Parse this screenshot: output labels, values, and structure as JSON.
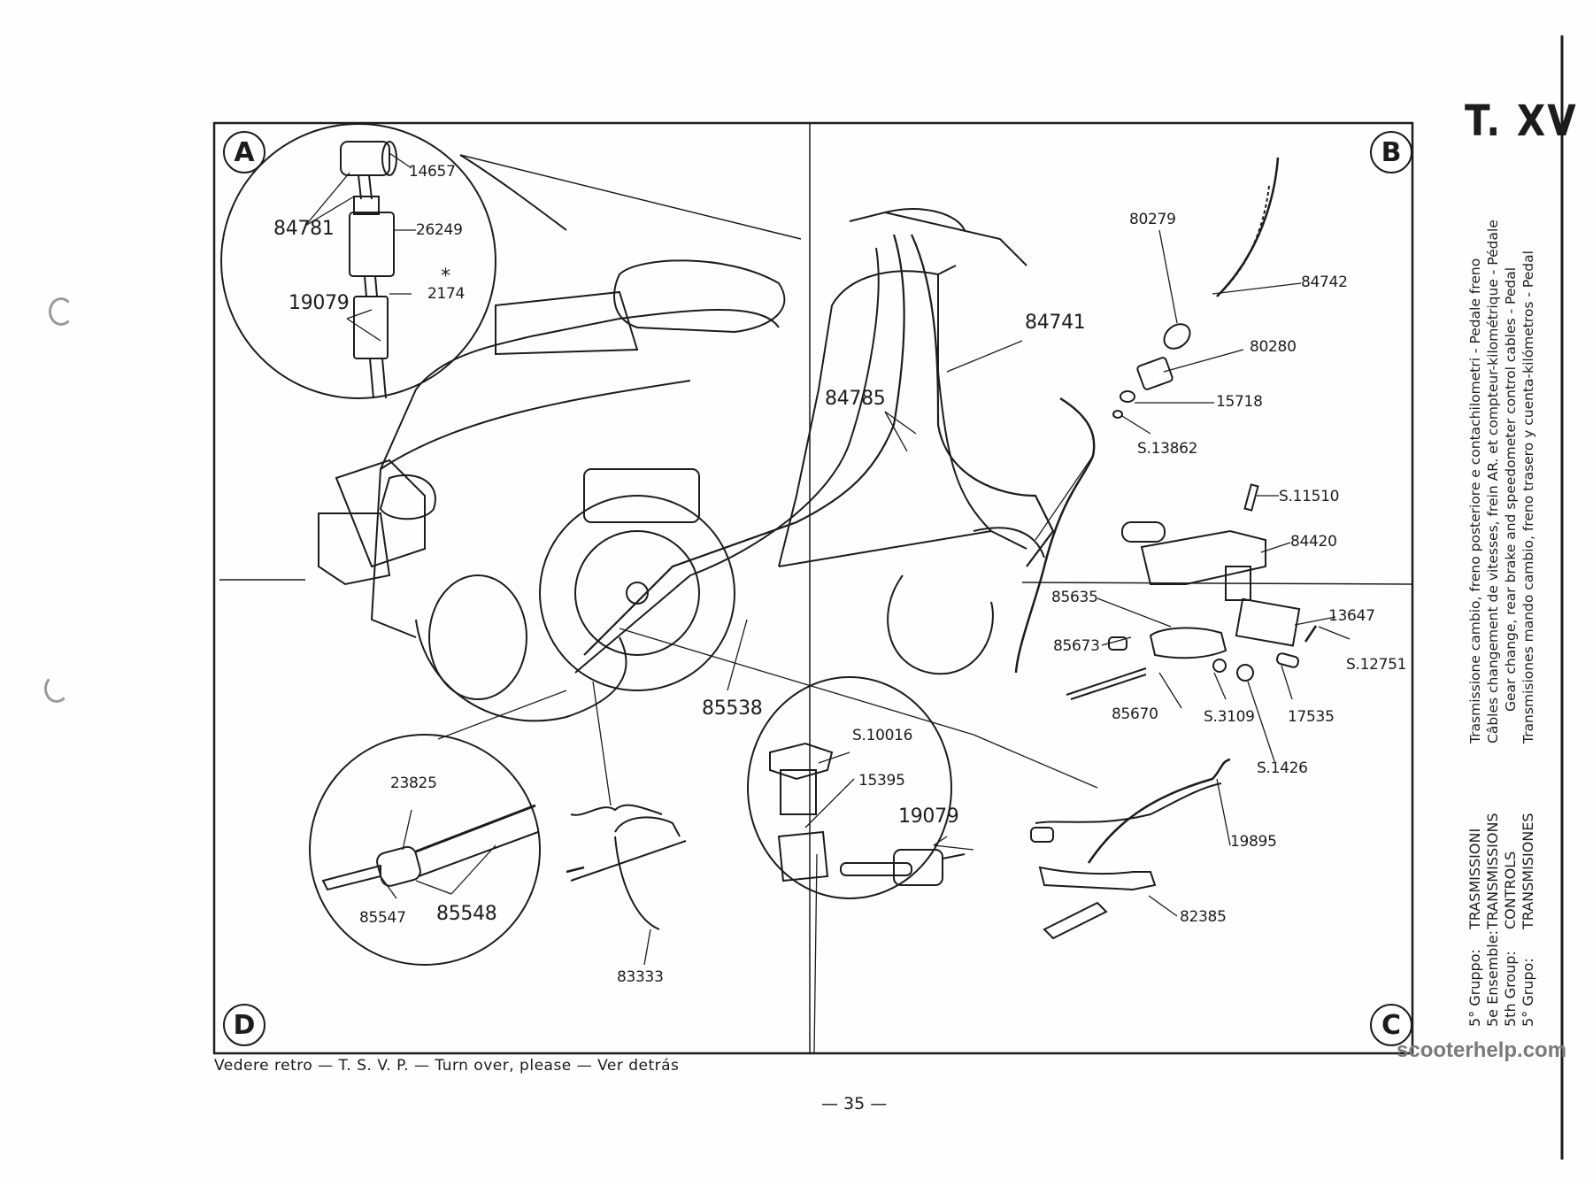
{
  "plate_id": "T. XV",
  "quadrant_markers": [
    "A",
    "B",
    "C",
    "D"
  ],
  "group_heading": {
    "lines": [
      {
        "prefix": "5° Gruppo:",
        "name": "TRASMISSIONI"
      },
      {
        "prefix": "5e Ensemble:",
        "name": "TRANSMISSIONS"
      },
      {
        "prefix": "5th Group:",
        "name": "CONTROLS"
      },
      {
        "prefix": "5° Grupo:",
        "name": "TRANSMISIONES"
      }
    ]
  },
  "description": [
    "Trasmissione cambio, freno posteriore e contachilometri - Pedale freno",
    "Câbles changement de vitesses, frein AR. et compteur-kilométrique - Pédale",
    "Gear change, rear brake and speedometer control cables - Pedal",
    "Transmisiones mando cambio, freno trasero y cuenta-kilómetros - Pedal"
  ],
  "part_labels": {
    "A": [
      "14657",
      "84781",
      "26249",
      "*",
      "2174",
      "19079"
    ],
    "B": [
      "80279",
      "84742",
      "84741",
      "80280",
      "15718",
      "84785",
      "S.13862",
      "S.11510",
      "84420"
    ],
    "C": [
      "85635",
      "13647",
      "85673",
      "S.12751",
      "85538",
      "85670",
      "S.3109",
      "17535",
      "S.1426",
      "S.10016",
      "15395",
      "19079",
      "19895",
      "82385"
    ],
    "D": [
      "23825",
      "85547",
      "85548",
      "83333"
    ]
  },
  "footer_note": "Vedere retro — T. S. V. P. — Turn over, please — Ver detrás",
  "page_number": "— 35 —",
  "watermark": "scooterhelp.com"
}
